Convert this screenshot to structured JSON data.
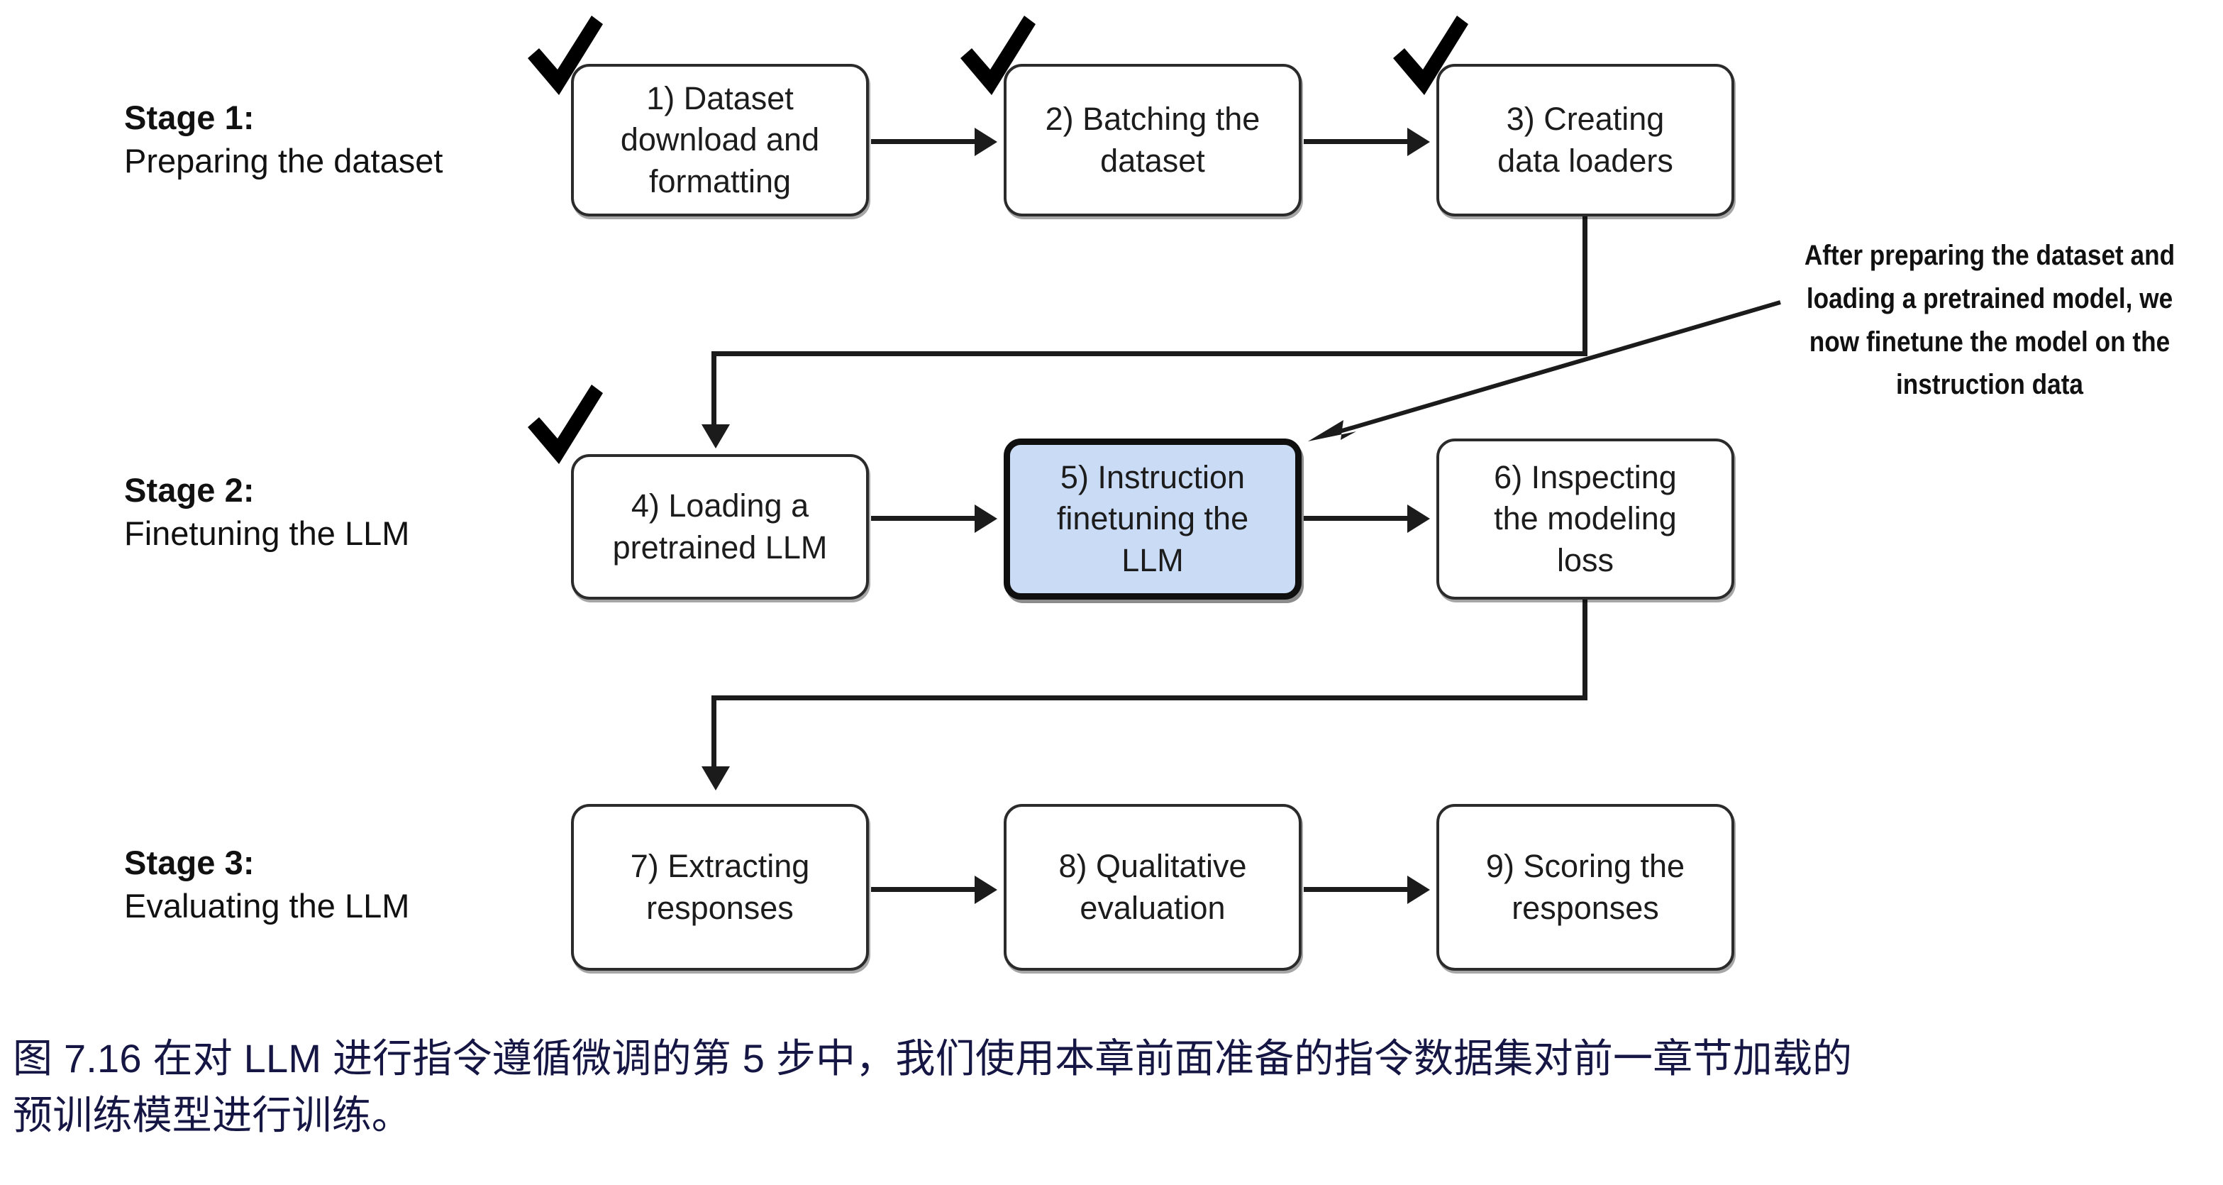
{
  "diagram": {
    "title_implicit": "Instruction finetuning pipeline",
    "stages": [
      {
        "id": "stage-1",
        "title": "Stage 1:",
        "subtitle": "Preparing the dataset"
      },
      {
        "id": "stage-2",
        "title": "Stage 2:",
        "subtitle": "Finetuning the LLM"
      },
      {
        "id": "stage-3",
        "title": "Stage 3:",
        "subtitle": "Evaluating the LLM"
      }
    ],
    "nodes": [
      {
        "id": "node-1",
        "line1": "1) Dataset",
        "line2": "download and",
        "line3": "formatting",
        "checked": true,
        "highlighted": false
      },
      {
        "id": "node-2",
        "line1": "2) Batching the",
        "line2": "dataset",
        "line3": "",
        "checked": true,
        "highlighted": false
      },
      {
        "id": "node-3",
        "line1": "3) Creating",
        "line2": "data loaders",
        "line3": "",
        "checked": true,
        "highlighted": false
      },
      {
        "id": "node-4",
        "line1": "4) Loading a",
        "line2": "pretrained LLM",
        "line3": "",
        "checked": true,
        "highlighted": false
      },
      {
        "id": "node-5",
        "line1": "5) Instruction",
        "line2": "finetuning the",
        "line3": "LLM",
        "checked": false,
        "highlighted": true
      },
      {
        "id": "node-6",
        "line1": "6) Inspecting",
        "line2": "the modeling",
        "line3": "loss",
        "checked": false,
        "highlighted": false
      },
      {
        "id": "node-7",
        "line1": "7) Extracting",
        "line2": "responses",
        "line3": "",
        "checked": false,
        "highlighted": false
      },
      {
        "id": "node-8",
        "line1": "8) Qualitative",
        "line2": "evaluation",
        "line3": "",
        "checked": false,
        "highlighted": false
      },
      {
        "id": "node-9",
        "line1": "9) Scoring the",
        "line2": "responses",
        "line3": "",
        "checked": false,
        "highlighted": false
      }
    ],
    "annotation": {
      "line1": "After preparing the dataset and",
      "line2": "loading a pretrained model, we",
      "line3": "now finetune the model on the",
      "line4": "instruction data"
    },
    "caption": {
      "line1": "图 7.16 在对 LLM 进行指令遵循微调的第 5 步中，我们使用本章前面准备的指令数据集对前一章节加载的",
      "line2": "预训练模型进行训练。"
    },
    "colors": {
      "highlight_fill": "#cadcf5",
      "box_stroke": "#2b2b2b",
      "highlight_stroke": "#0f0f0f",
      "connector": "#1b1b1b",
      "caption_text": "#161644",
      "check_mark": "#000000",
      "page_background": "#ffffff"
    }
  }
}
